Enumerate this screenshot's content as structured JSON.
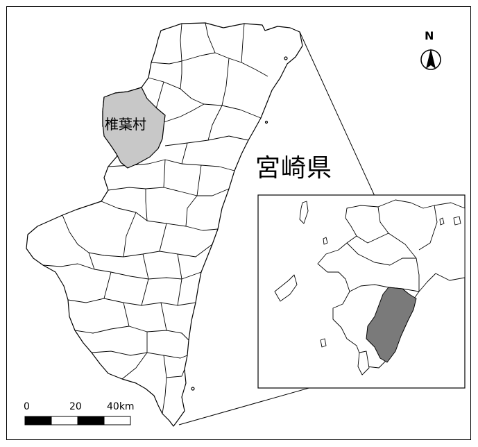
{
  "map": {
    "village_label": "椎葉村",
    "prefecture_label": "宮崎県",
    "highlight_colors": {
      "village_fill": "#c8c8c8",
      "prefecture_fill_inset": "#7a7a7a",
      "boundary_stroke": "#000000",
      "background": "#ffffff"
    }
  },
  "north_arrow": {
    "letter": "N",
    "icon": "north-arrow-icon"
  },
  "scale_bar": {
    "labels": [
      "0",
      "20",
      "40km"
    ],
    "segments": [
      "black",
      "white",
      "black",
      "white"
    ]
  },
  "inset": {
    "description_icon": "kyushu-locator-map"
  }
}
